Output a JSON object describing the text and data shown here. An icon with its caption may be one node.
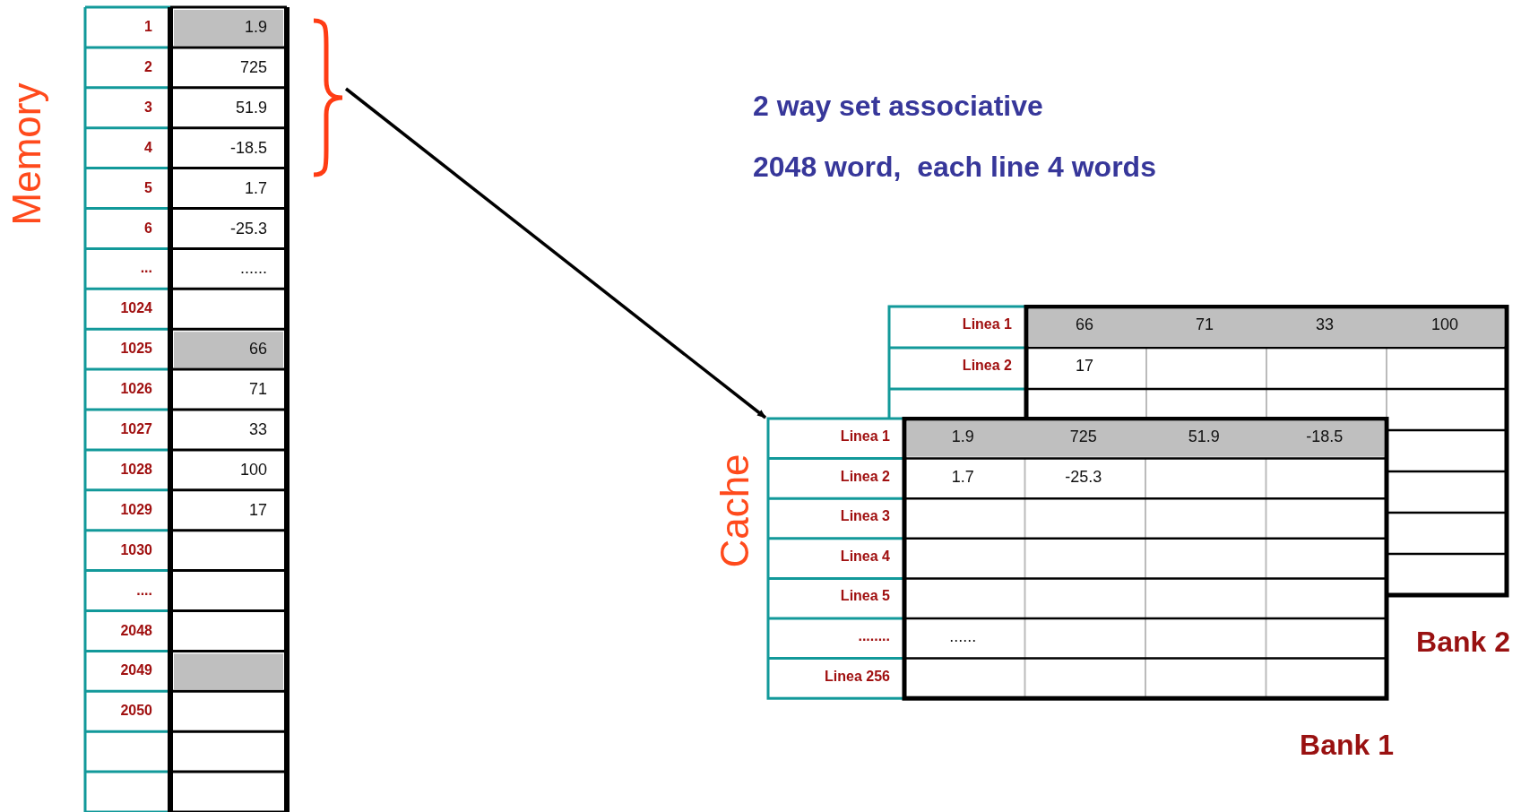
{
  "diagram": {
    "nodes": [
      {
        "text": [
          "Memory"
        ]
      },
      {
        "text": [],
        "shape": "brace"
      },
      {
        "text": [
          "Cache"
        ]
      },
      {
        "text": [
          "Bank 2"
        ],
        "in": 2
      },
      {
        "text": [
          "Bank 1"
        ],
        "in": 2
      }
    ],
    "edges": [
      {
        "from": 1,
        "to": 4,
        "arrow": "to"
      }
    ],
    "labels": [
      "1",
      "1.9",
      "2",
      "725",
      "3",
      "51.9",
      "4",
      "-18.5",
      "5",
      "1.7",
      "6",
      "-25.3",
      "...",
      "......",
      "1024",
      "1025",
      "66",
      "1026",
      "71",
      "1027",
      "33",
      "1028",
      "100",
      "1029",
      "17",
      "1030",
      "....",
      "2048",
      "2049",
      "2050",
      "2 way set associative",
      "2048 word,  each line 4 words",
      "Linea 1",
      "66",
      "71",
      "33",
      "100",
      "Linea 2",
      "17",
      "Linea 1",
      "1.9",
      "725",
      "51.9",
      "-18.5",
      "Linea 2",
      "1.7",
      "-25.3",
      "Linea 3",
      "Linea 4",
      "Linea 5",
      "........",
      "......",
      "Linea 256"
    ]
  }
}
